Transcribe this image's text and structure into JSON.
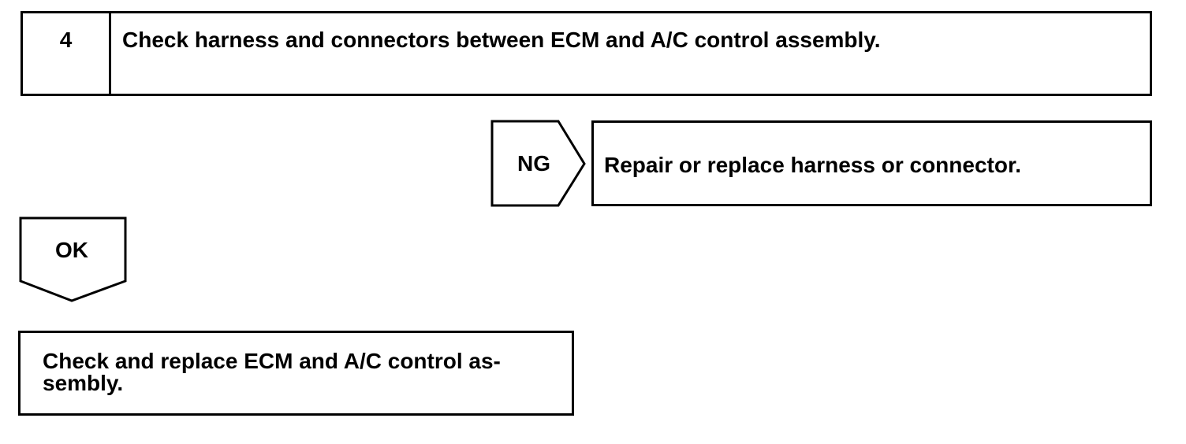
{
  "step": {
    "number": "4",
    "title": "Check harness and connectors between ECM and A/C control assembly."
  },
  "ng_branch": {
    "label": "NG",
    "action": "Repair or replace harness or connector."
  },
  "ok_branch": {
    "label": "OK",
    "action": "Check and replace ECM and A/C control as-sembly."
  },
  "colors": {
    "line": "#000000",
    "background": "#ffffff"
  }
}
